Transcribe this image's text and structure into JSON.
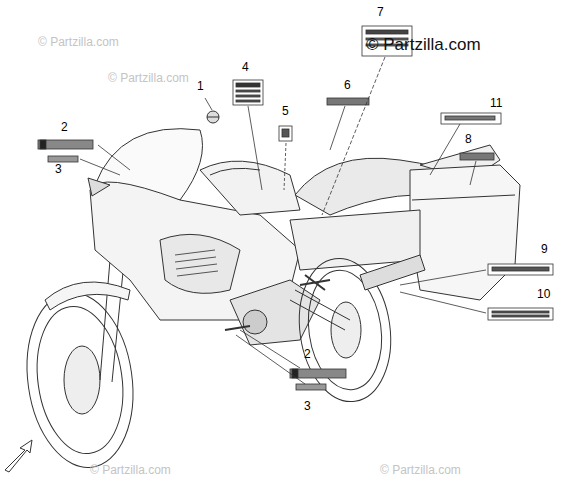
{
  "diagram": {
    "labels": [
      "1",
      "2",
      "3",
      "4",
      "5",
      "6",
      "7",
      "8",
      "9",
      "10",
      "11",
      "2",
      "3",
      "© Partzilla.com",
      "© Partzilla.com",
      "© Partzilla.com",
      "© Partzilla.com",
      "© Partzilla.com"
    ]
  }
}
